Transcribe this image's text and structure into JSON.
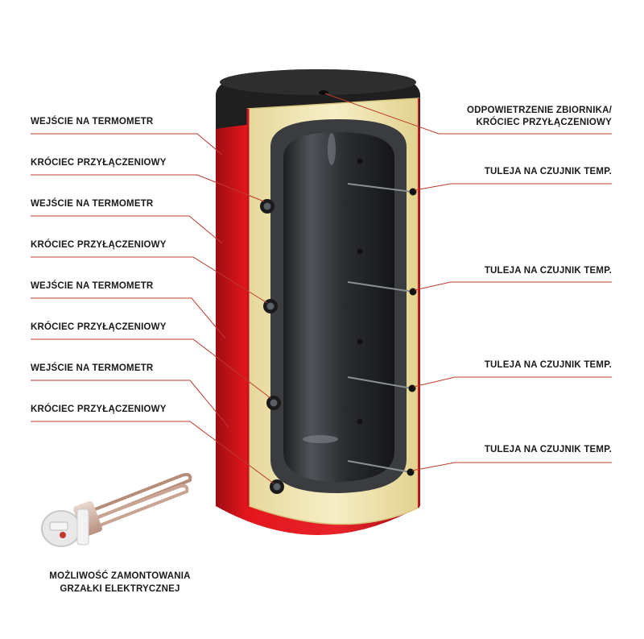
{
  "labels_left": [
    "WEJŚCIE NA TERMOMETR",
    "KRÓCIEC PRZYŁĄCZENIOWY",
    "WEJŚCIE NA TERMOMETR",
    "KRÓCIEC PRZYŁĄCZENIOWY",
    "WEJŚCIE NA TERMOMETR",
    "KRÓCIEC PRZYŁĄCZENIOWY",
    "WEJŚCIE NA TERMOMETR",
    "KRÓCIEC PRZYŁĄCZENIOWY"
  ],
  "labels_right": {
    "vent_line1": "ODPOWIETRZENIE ZBIORNIKA/",
    "vent_line2": "KRÓCIEC PRZYŁĄCZENIOWY",
    "sensor": [
      "TULEJA NA CZUJNIK TEMP.",
      "TULEJA NA CZUJNIK TEMP.",
      "TULEJA NA CZUJNIK TEMP.",
      "TULEJA NA CZUJNIK TEMP."
    ]
  },
  "heater_caption": {
    "line1": "MOŻLIWOŚĆ ZAMONTOWANIA",
    "line2": "GRZAŁKI ELEKTRYCZNEJ"
  },
  "colors": {
    "leader_line": "#c0392b",
    "tank_shell": "#e0141b",
    "insulation": "#f1e7b8",
    "inner_tank": "#2e3033",
    "lid": "#1c1c1c"
  }
}
